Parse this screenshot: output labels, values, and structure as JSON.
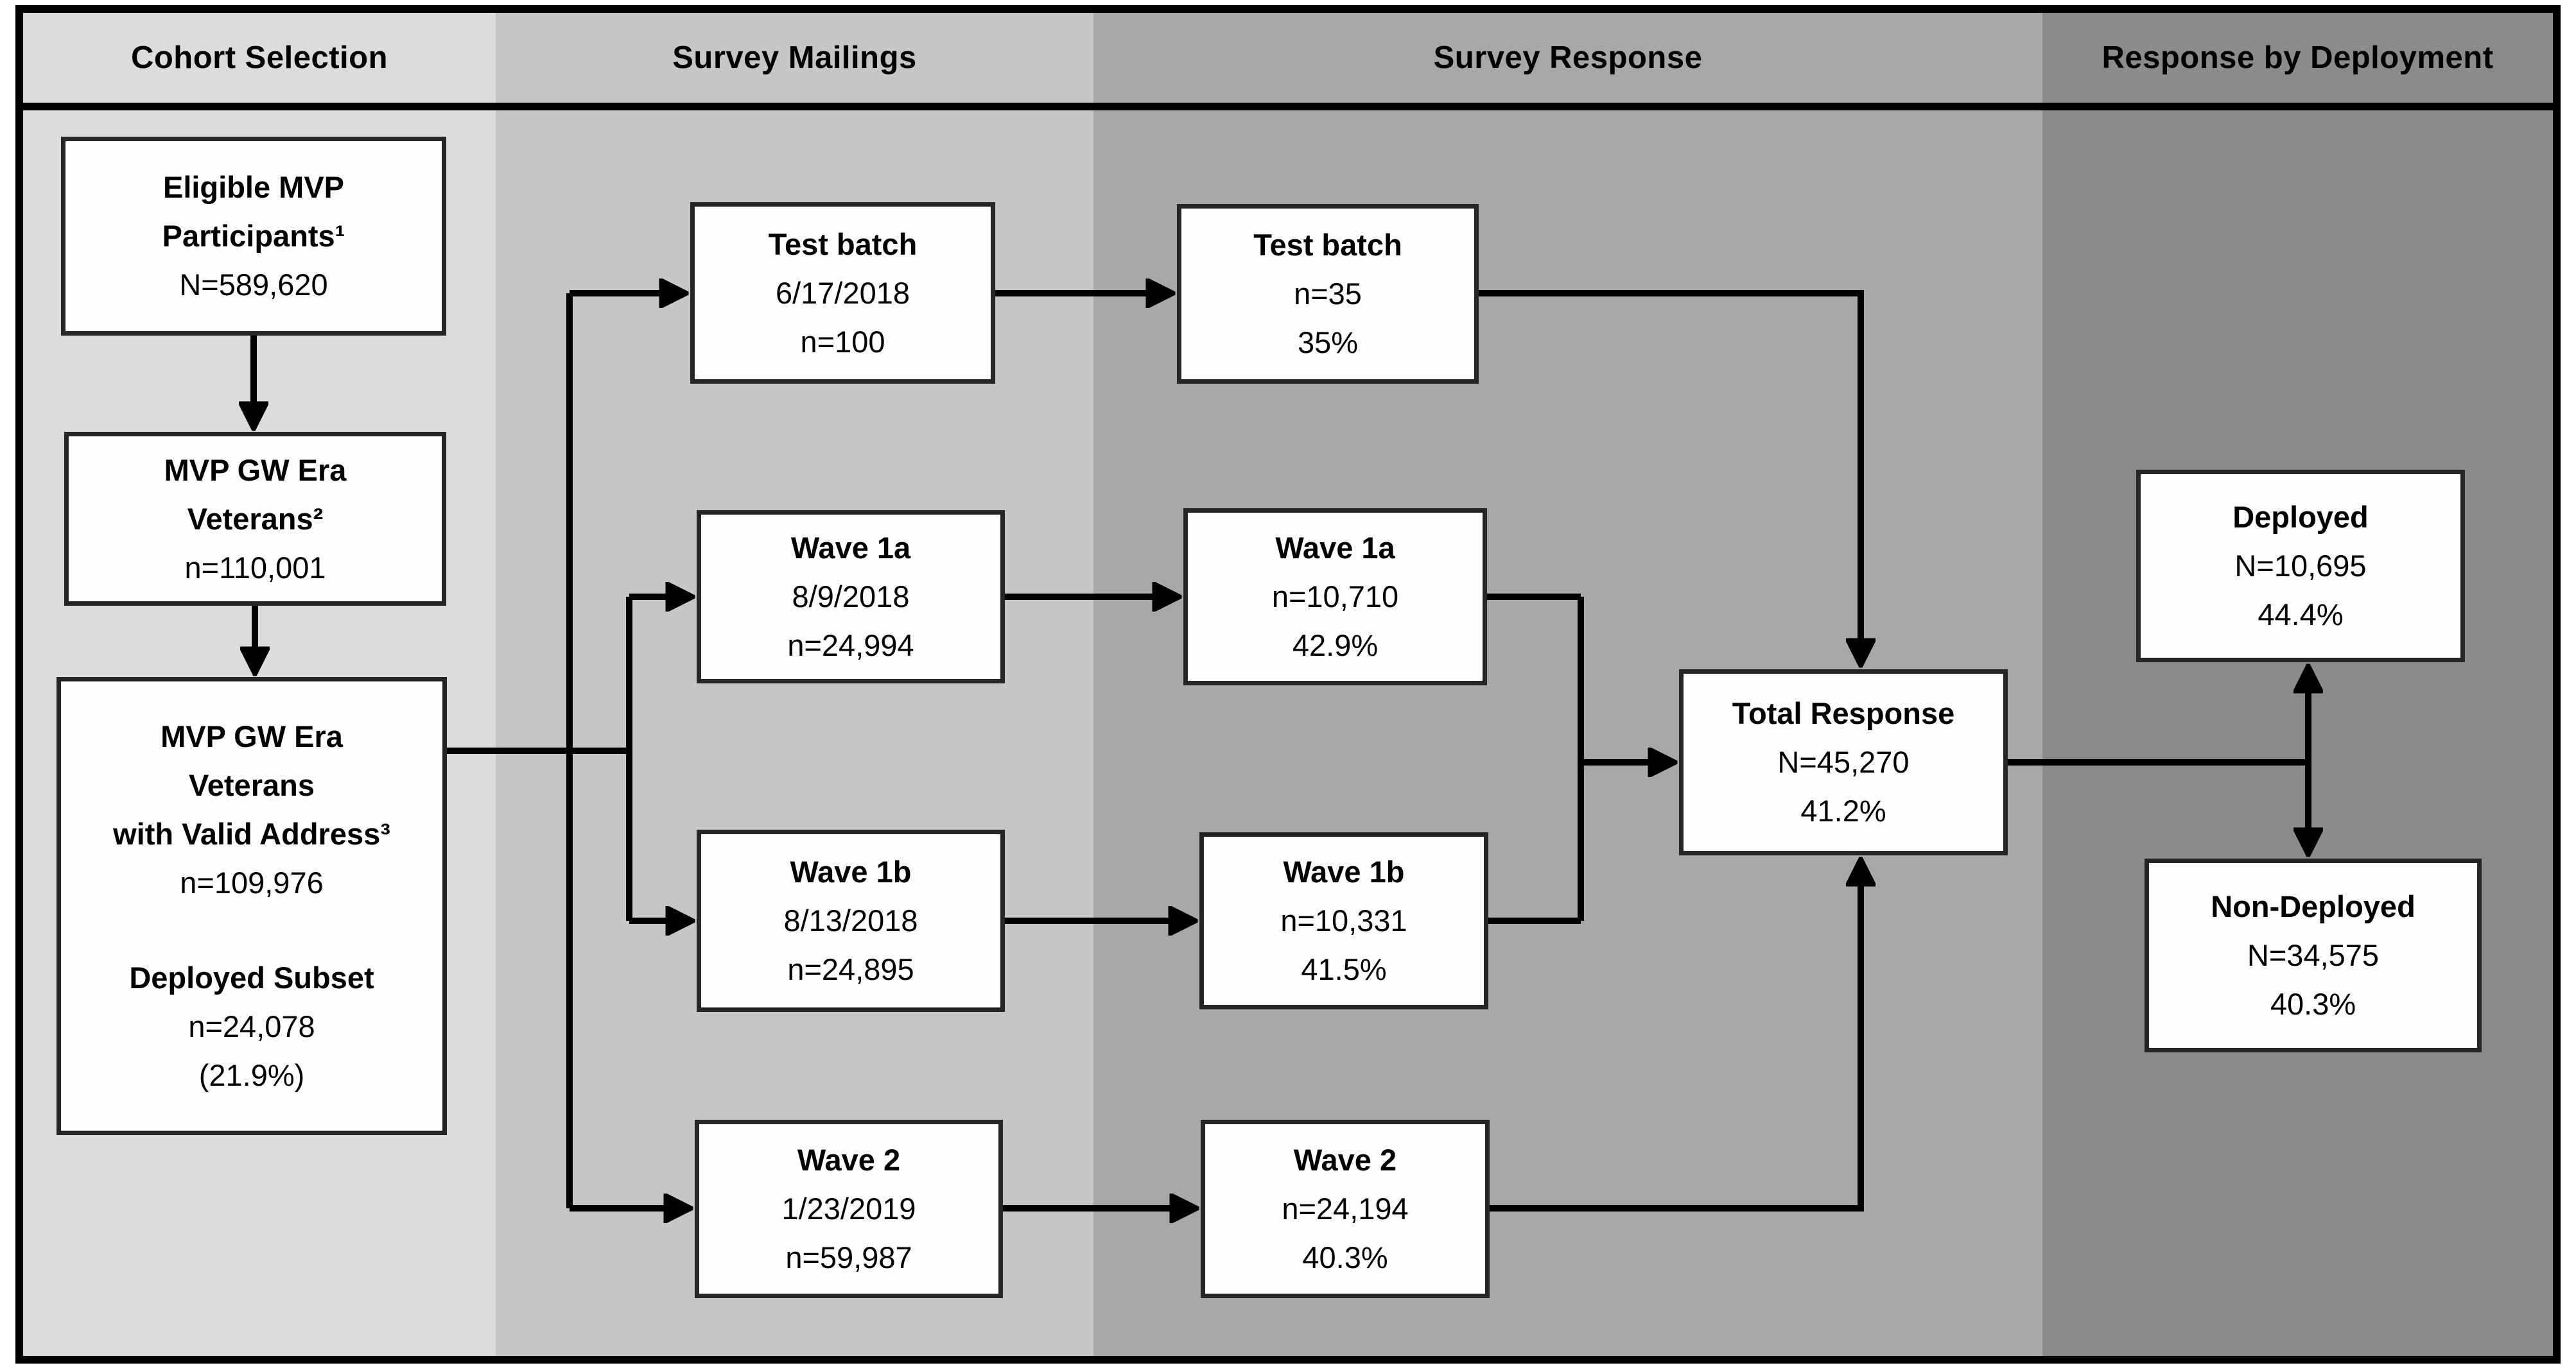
{
  "columns": [
    {
      "label": "Cohort Selection"
    },
    {
      "label": "Survey Mailings"
    },
    {
      "label": "Survey Response"
    },
    {
      "label": "Response by Deployment"
    }
  ],
  "boxes": {
    "eligible": {
      "lines": [
        "Eligible MVP",
        "Participants¹",
        "N=589,620"
      ]
    },
    "gw_era": {
      "lines": [
        "MVP GW Era",
        "Veterans²",
        "n=110,001"
      ]
    },
    "valid_address": {
      "lines": [
        "MVP GW Era",
        "Veterans",
        "with Valid Address³",
        "n=109,976",
        "Deployed Subset",
        "n=24,078",
        "(21.9%)"
      ]
    },
    "test_batch_mail": {
      "lines": [
        "Test batch",
        "6/17/2018",
        "n=100"
      ]
    },
    "wave1a_mail": {
      "lines": [
        "Wave 1a",
        "8/9/2018",
        "n=24,994"
      ]
    },
    "wave1b_mail": {
      "lines": [
        "Wave 1b",
        "8/13/2018",
        "n=24,895"
      ]
    },
    "wave2_mail": {
      "lines": [
        "Wave 2",
        "1/23/2019",
        "n=59,987"
      ]
    },
    "test_batch_resp": {
      "lines": [
        "Test batch",
        "n=35",
        "35%"
      ]
    },
    "wave1a_resp": {
      "lines": [
        "Wave 1a",
        "n=10,710",
        "42.9%"
      ]
    },
    "wave1b_resp": {
      "lines": [
        "Wave 1b",
        "n=10,331",
        "41.5%"
      ]
    },
    "wave2_resp": {
      "lines": [
        "Wave 2",
        "n=24,194",
        "40.3%"
      ]
    },
    "total_resp": {
      "lines": [
        "Total Response",
        "N=45,270",
        "41.2%"
      ]
    },
    "deployed": {
      "lines": [
        "Deployed",
        "N=10,695",
        "44.4%"
      ]
    },
    "non_deployed": {
      "lines": [
        "Non-Deployed",
        "N=34,575",
        "40.3%"
      ]
    }
  },
  "colors": {
    "column_1": "#dcdcdc",
    "column_2": "#c6c6c6",
    "column_3": "#a8a8a8",
    "column_4": "#8b8b8b",
    "box_background": "#fefefe",
    "box_border": "#262626",
    "arrow": "#000000"
  }
}
